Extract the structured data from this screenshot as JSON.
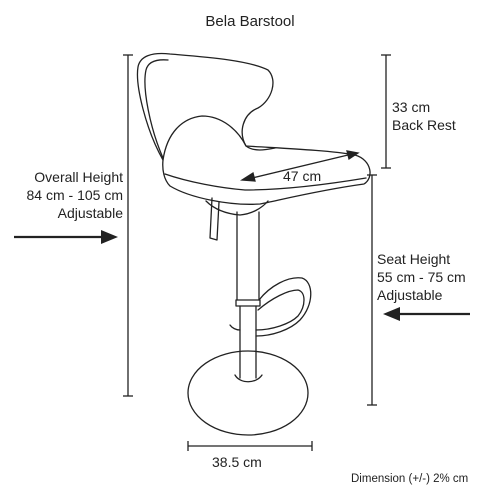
{
  "title": "Bela Barstool",
  "overall_height": {
    "line1": "Overall Height",
    "line2": "84 cm - 105 cm",
    "line3": "Adjustable"
  },
  "back_rest": {
    "line1": "33 cm",
    "line2": "Back Rest"
  },
  "seat_width": "47 cm",
  "seat_height": {
    "line1": "Seat Height",
    "line2": "55 cm - 75 cm",
    "line3": "Adjustable"
  },
  "base_width": "38.5 cm",
  "tolerance": "Dimension (+/-) 2% cm",
  "colors": {
    "line": "#222222",
    "background": "#ffffff"
  }
}
